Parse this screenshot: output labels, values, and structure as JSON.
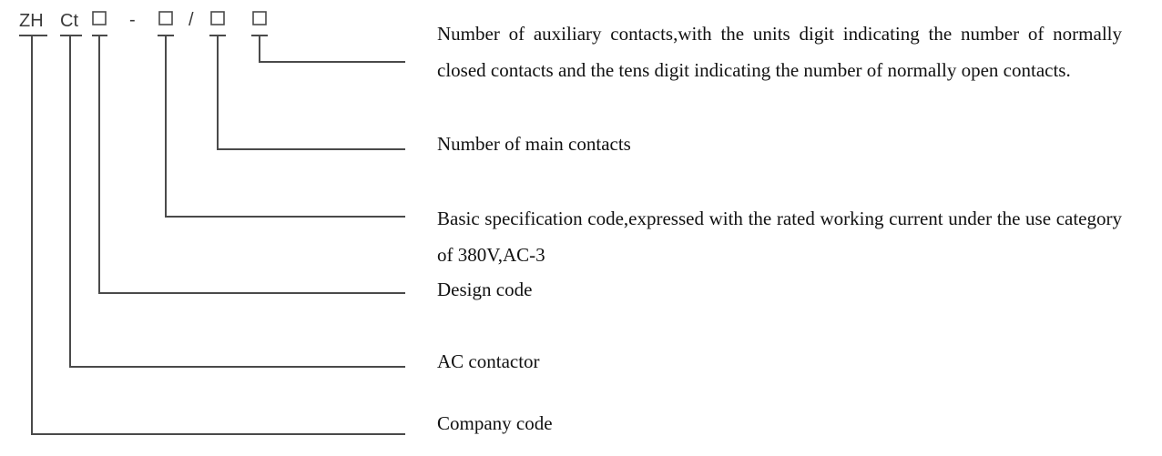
{
  "model_code": {
    "prefix": "ZH",
    "series": "Ct",
    "dash": "-",
    "slash": "/"
  },
  "descriptions": [
    {
      "id": "auxiliary",
      "text": "Number of auxiliary contacts,with the units digit indicating the number of normally closed contacts and the tens digit indicating the number of normally open contacts."
    },
    {
      "id": "main",
      "text": "Number of main contacts"
    },
    {
      "id": "basic_spec",
      "text": "Basic specification code,expressed with the rated working current under the use category of 380V,AC-3"
    },
    {
      "id": "design",
      "text": "Design code"
    },
    {
      "id": "ac_contactor",
      "text": "AC contactor"
    },
    {
      "id": "company",
      "text": "Company code"
    }
  ],
  "colors": {
    "line": "#4a4a4a",
    "code_text": "#3a3a3a",
    "description_text": "#111111"
  }
}
